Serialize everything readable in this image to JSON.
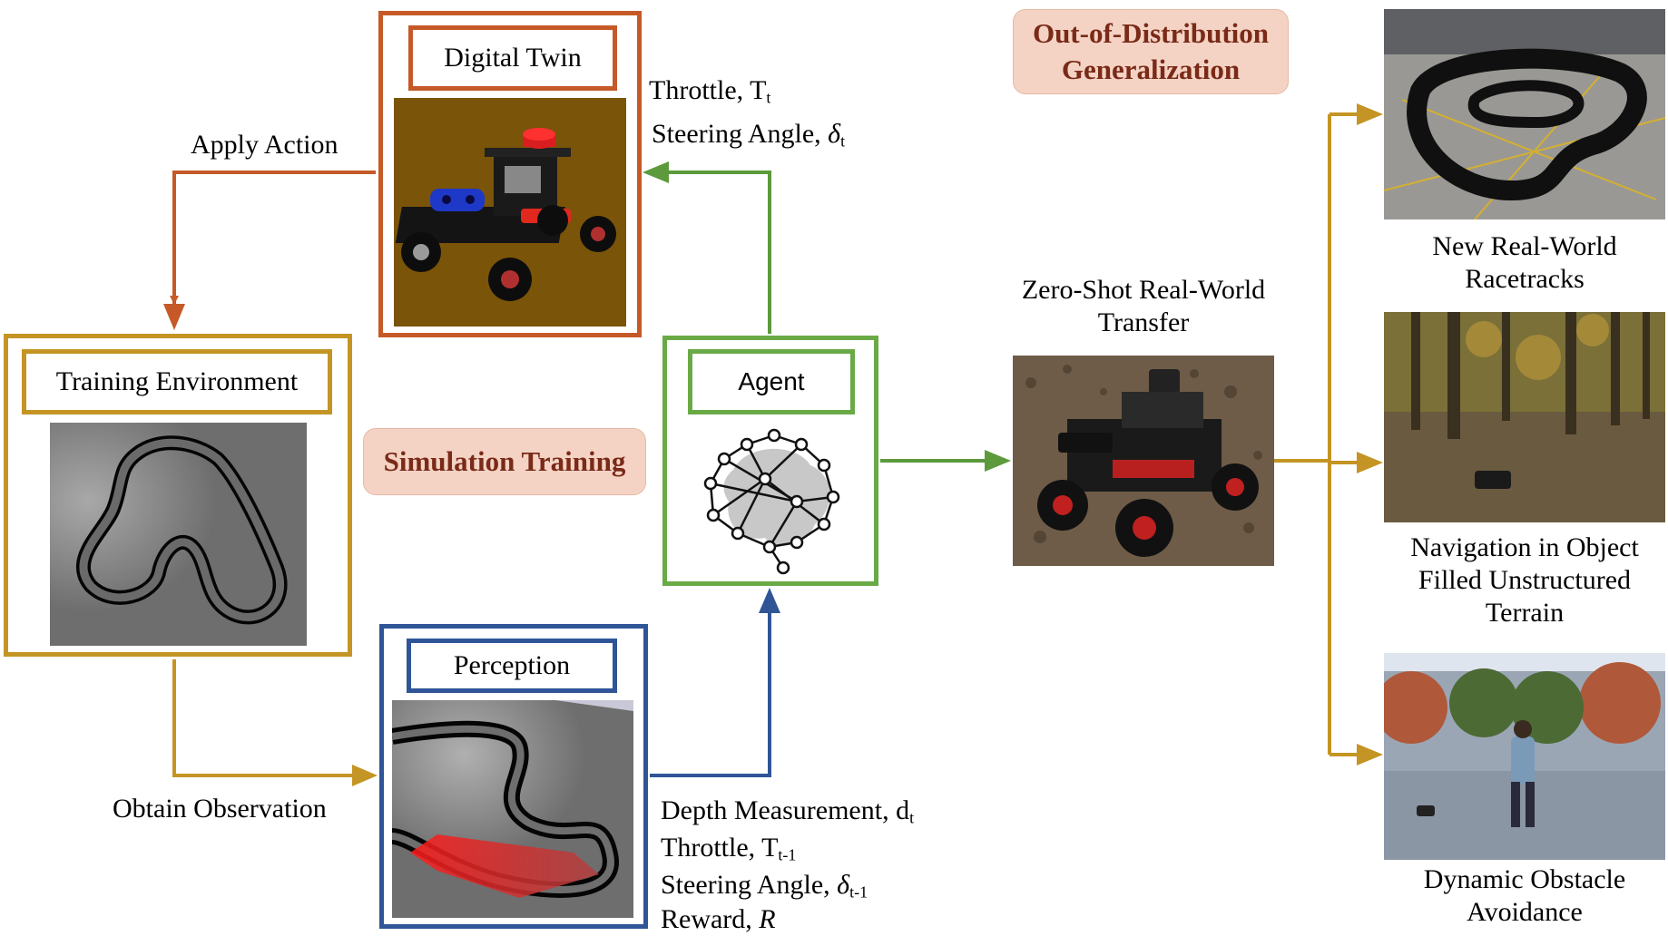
{
  "colors": {
    "orange": "#c55a28",
    "gold": "#c49524",
    "green": "#5c9a3c",
    "blue": "#2f5597",
    "pill_fill": "#f4d3c4",
    "pill_text": "#7a2a18"
  },
  "digital_twin": {
    "label": "Digital Twin"
  },
  "training_env": {
    "label": "Training Environment"
  },
  "perception": {
    "label": "Perception"
  },
  "agent": {
    "label": "Agent",
    "icon": "neural-network-brain-icon"
  },
  "simulation_training": {
    "label": "Simulation Training"
  },
  "ood": {
    "line1": "Out-of-Distribution",
    "line2": "Generalization"
  },
  "apply_action": {
    "label": "Apply Action"
  },
  "obtain_observation": {
    "label": "Obtain Observation"
  },
  "actions": {
    "throttle": "Throttle, T",
    "throttle_sub": "t",
    "steering": "Steering Angle, ",
    "steering_sym": "δ",
    "steering_sub": "t"
  },
  "observations": {
    "depth": "Depth Measurement, d",
    "depth_sub": "t",
    "throttle": "Throttle, T",
    "throttle_sub": "t-1",
    "steering": "Steering Angle, ",
    "steering_sym": "δ",
    "steering_sub": "t-1",
    "reward": "Reward, ",
    "reward_sym": "R"
  },
  "zero_shot": {
    "line1": "Zero-Shot Real-World",
    "line2": "Transfer"
  },
  "results": [
    {
      "line1": "New Real-World",
      "line2": "Racetracks"
    },
    {
      "line1": "Navigation in Object",
      "line2": "Filled Unstructured",
      "line3": "Terrain"
    },
    {
      "line1": "Dynamic Obstacle",
      "line2": "Avoidance"
    }
  ]
}
